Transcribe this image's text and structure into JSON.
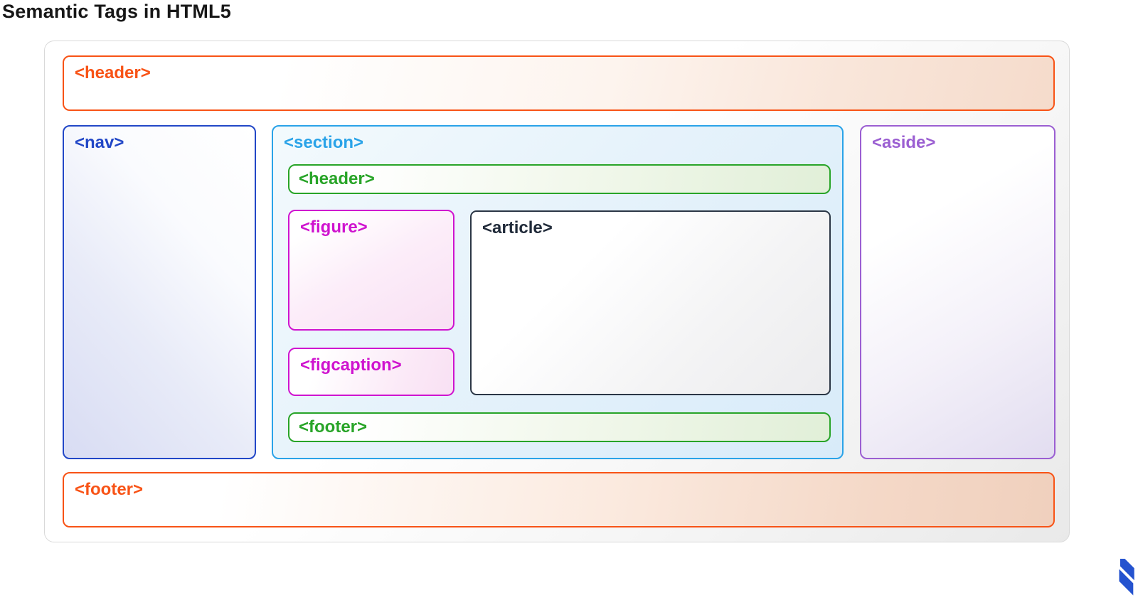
{
  "title": "Semantic Tags in HTML5",
  "diagram": {
    "header_label": "<header>",
    "nav_label": "<nav>",
    "section_label": "<section>",
    "section_header_label": "<header>",
    "figure_label": "<figure>",
    "article_label": "<article>",
    "figcaption_label": "<figcaption>",
    "section_footer_label": "<footer>",
    "aside_label": "<aside>",
    "footer_label": "<footer>"
  },
  "branding": {
    "logo": "toptal-logo",
    "registered_mark": "®"
  },
  "colors": {
    "orange": "#f85316",
    "blue": "#2247c7",
    "cyan": "#2aa3e8",
    "green": "#28a428",
    "magenta": "#cf13cf",
    "purple": "#9b5fd2",
    "dark": "#2b3645",
    "container-border": "#d9d9d9",
    "logo-blue": "#2553cf",
    "title": "#171717"
  }
}
